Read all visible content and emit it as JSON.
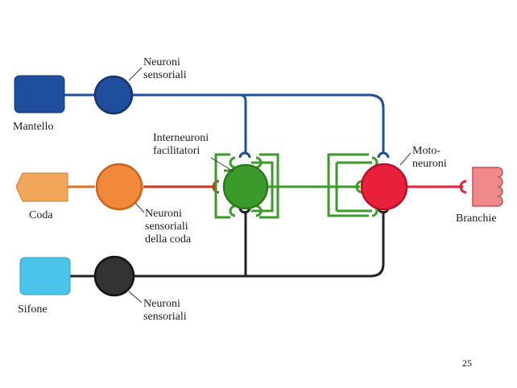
{
  "slide": {
    "page_number": "25"
  },
  "organs": {
    "mantello": "Mantello",
    "coda": "Coda",
    "sifone": "Sifone",
    "branchie": "Branchie"
  },
  "neurons": {
    "mantle_sensory": [
      "Neuroni",
      "sensoriali"
    ],
    "tail_sensory": [
      "Neuroni",
      "sensoriali",
      "della coda"
    ],
    "siphon_sensory": [
      "Neuroni",
      "sensoriali"
    ],
    "interneurons": [
      "Interneuroni",
      "facilitatori"
    ],
    "motoneurons": [
      "Moto-",
      "neuroni"
    ]
  },
  "colors": {
    "mantle_pathway": "#1f4e9c",
    "tail_pathway": "#e0701f",
    "tail_axon": "#c8361a",
    "siphon_pathway": "#222222",
    "facilitator": "#3a9a2a",
    "motoneuron": "#e8203a",
    "gill": "#f08a8a",
    "siphon_organ": "#4cc3ea",
    "tail_organ": "#f2a65a"
  }
}
